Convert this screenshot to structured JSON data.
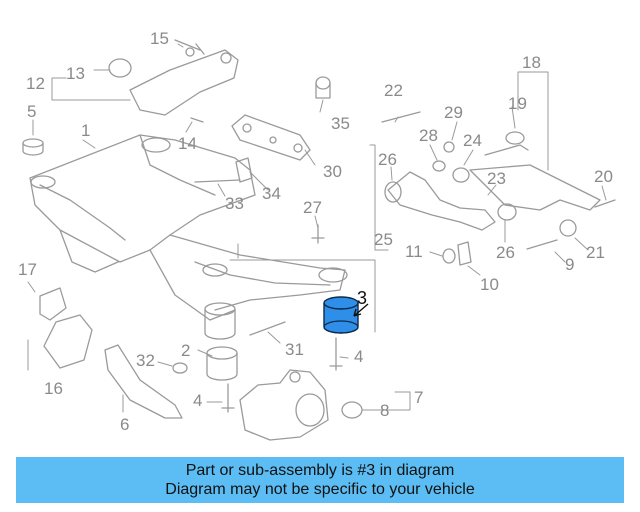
{
  "callouts": {
    "c1": "1",
    "c2": "2",
    "c3": "3",
    "c4a": "4",
    "c4b": "4",
    "c5": "5",
    "c6": "6",
    "c7": "7",
    "c8": "8",
    "c9": "9",
    "c10": "10",
    "c11": "11",
    "c12": "12",
    "c13": "13",
    "c14": "14",
    "c15": "15",
    "c16": "16",
    "c17": "17",
    "c18": "18",
    "c19": "19",
    "c20": "20",
    "c21": "21",
    "c22": "22",
    "c23": "23",
    "c24": "24",
    "c25": "25",
    "c26a": "26",
    "c26b": "26",
    "c27": "27",
    "c28": "28",
    "c29": "29",
    "c30": "30",
    "c31": "31",
    "c32": "32",
    "c33": "33",
    "c34": "34",
    "c35": "35"
  },
  "banner": {
    "line1": "Part or sub-assembly is #3 in diagram",
    "line2": "Diagram may not be specific to your vehicle"
  },
  "colors": {
    "highlight_part": "#2f8ee8",
    "banner_bg": "#5bbdf3",
    "line_art": "#9a9a9a"
  }
}
